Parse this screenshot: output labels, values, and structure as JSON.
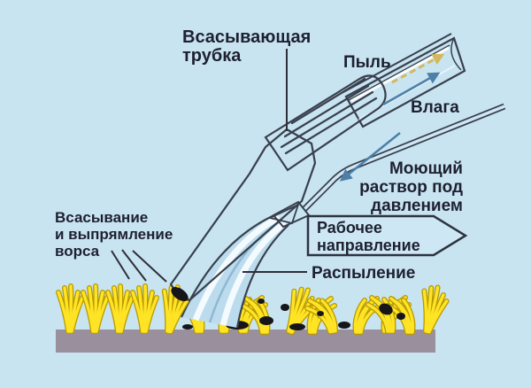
{
  "diagram": {
    "labels": {
      "suction_tube": "Всасывающая\nтрубка",
      "dust": "Пыль",
      "moisture": "Влага",
      "washing_solution": "Моющий\nраствор под\nдавлением",
      "working_direction": "Рабочее\nнаправление",
      "spraying": "Распыление",
      "pile_suction": "Всасывание\nи выпрямление\nворса"
    },
    "colors": {
      "background": "#c8e4f1",
      "nozzle_body": "#f3edd3",
      "outline": "#39404d",
      "hose_fill": "#d9ecf7",
      "spray_band": "#bcdcee",
      "carpet_base": "#9a8f9c",
      "fiber_yellow": "#ffe426",
      "fiber_outline": "#b89a00",
      "dirt": "#15151a",
      "text": "#1e2030",
      "moisture_arrow": "#4d7fa8",
      "dust_arrow": "#d4b85e"
    }
  }
}
